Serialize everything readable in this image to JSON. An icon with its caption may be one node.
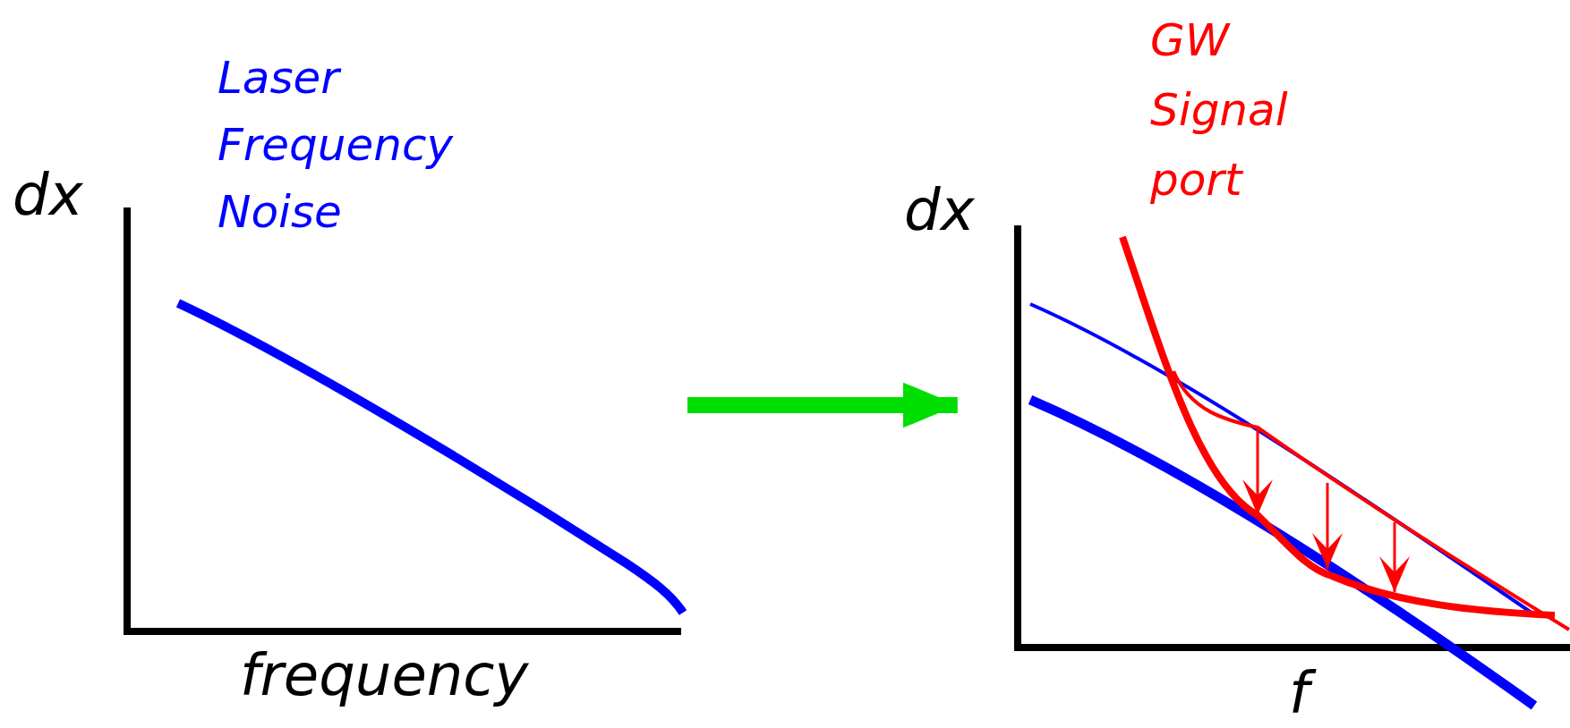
{
  "diagram": {
    "nodes": [
      {
        "text": [],
        "shape": "picture"
      },
      {
        "text": [],
        "shape": "picture"
      }
    ],
    "edges": [
      {
        "from": 0,
        "to": 1,
        "arrow": "to",
        "color": "#00dd00"
      }
    ],
    "labels": [
      "dx",
      "Laser Frequency Noise",
      "frequency",
      "GW Signal port",
      "dx",
      "f"
    ]
  }
}
